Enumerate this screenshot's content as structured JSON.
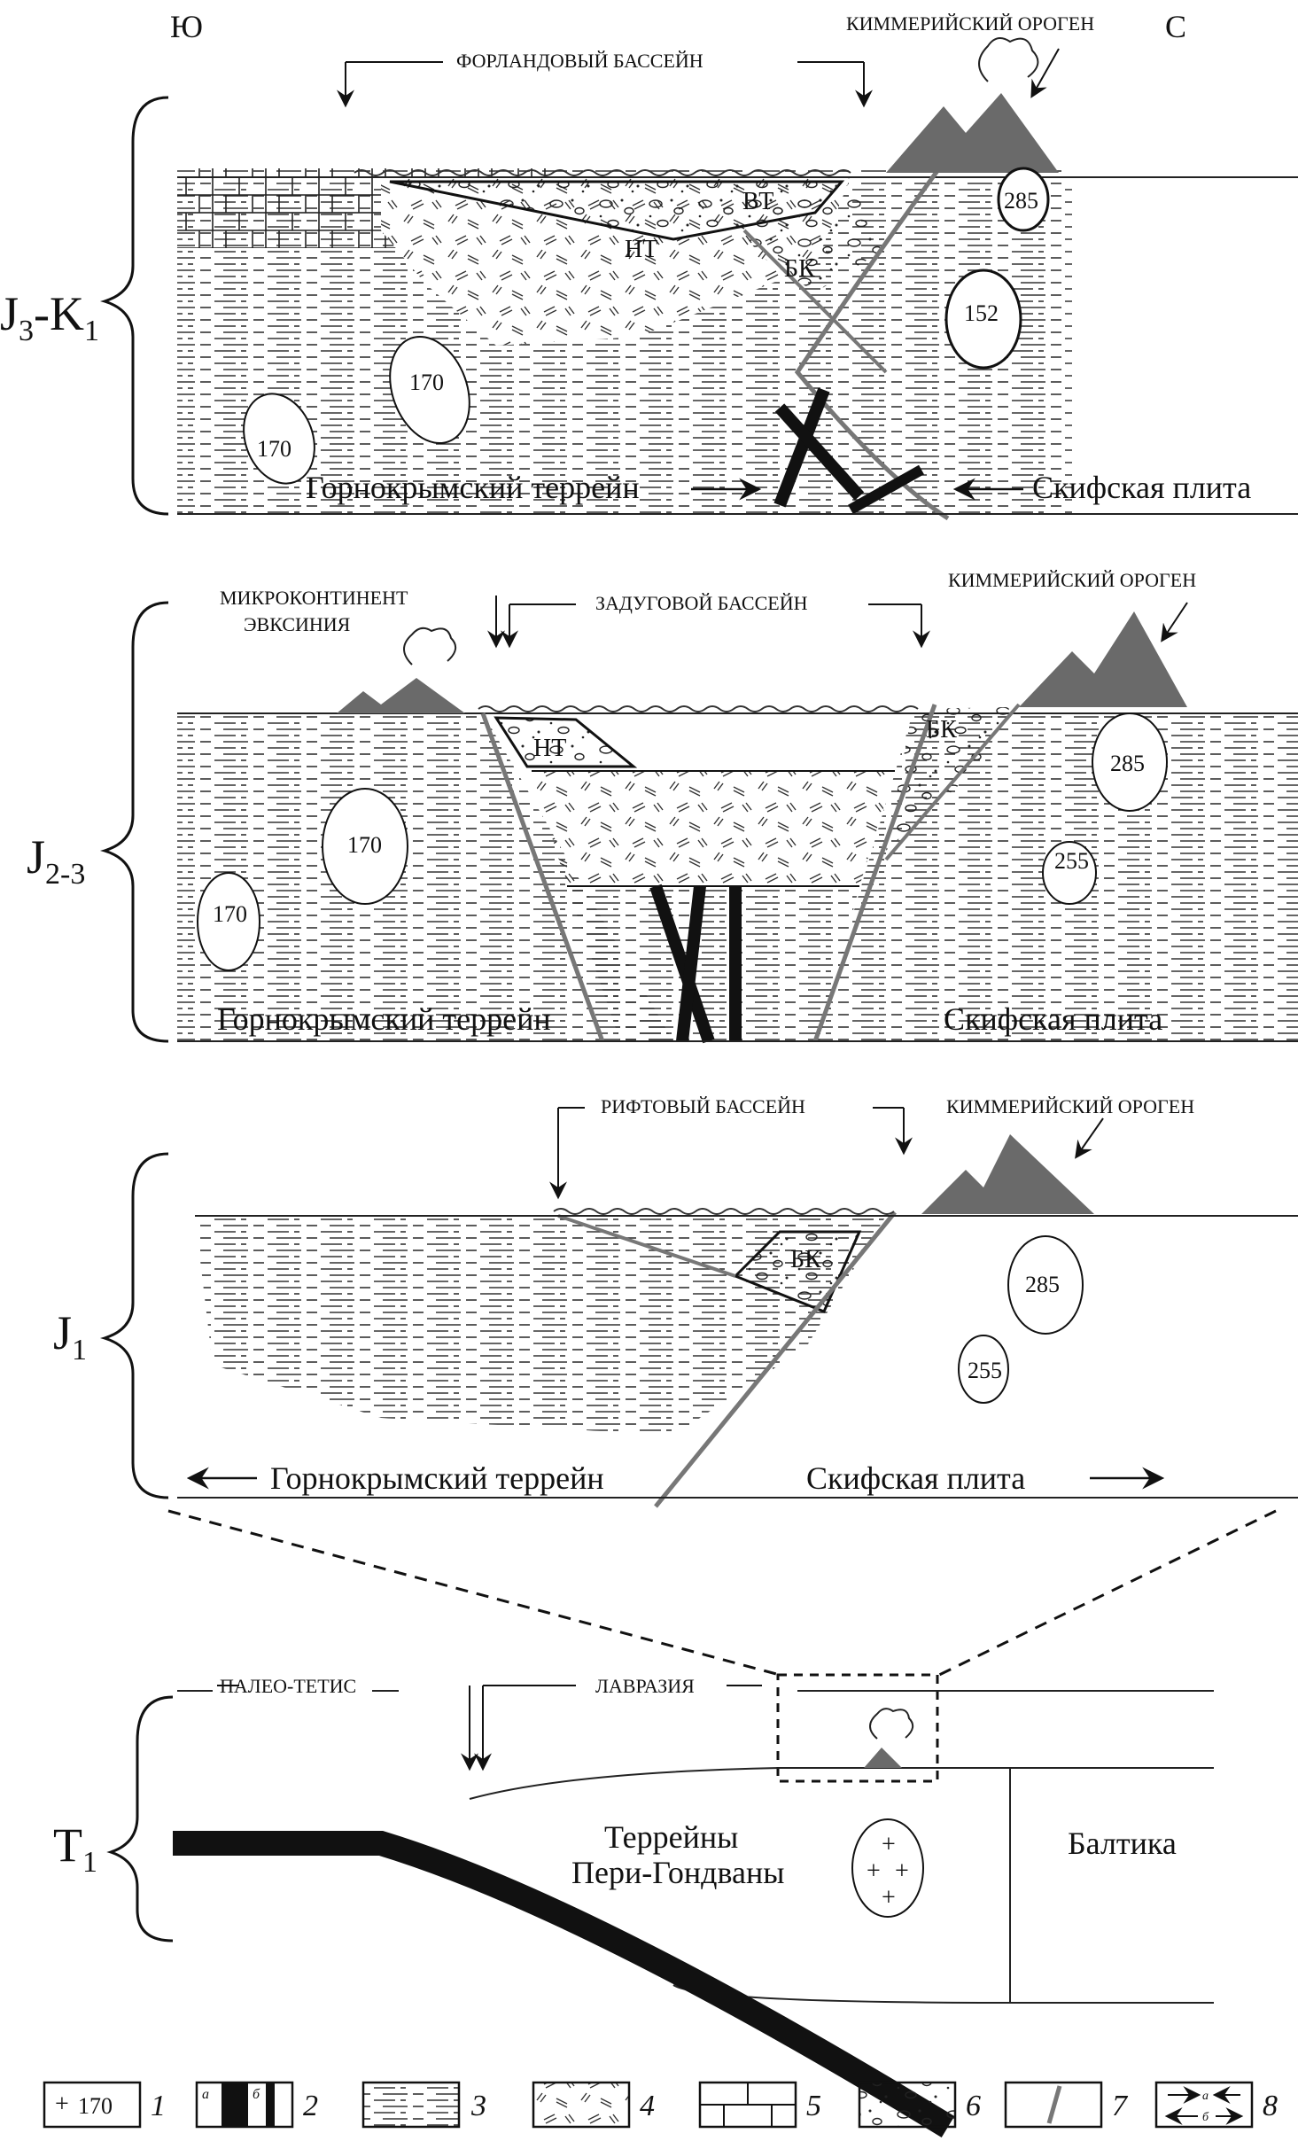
{
  "compass": {
    "south": "Ю",
    "north": "С"
  },
  "panels": [
    {
      "age": "J",
      "age_sub": "3",
      "age_sep": "-K",
      "age_sub2": "1",
      "headers": {
        "basin": "ФОРЛАНДОВЫЙ БАССЕЙН",
        "orogen": "КИММЕРИЙСКИЙ ОРОГЕН"
      },
      "units": {
        "vt": "ВТ",
        "nt": "НТ",
        "bk": "БК"
      },
      "plutons": [
        "285",
        "152",
        "170",
        "170"
      ],
      "terrane_left": "Горнокрымский террейн",
      "terrane_right": "Скифская плита"
    },
    {
      "age": "J",
      "age_sub": "2-3",
      "headers": {
        "micro": "МИКРОКОНТИНЕНТ",
        "micro2": "ЭВКСИНИЯ",
        "basin": "ЗАДУГОВОЙ БАССЕЙН",
        "orogen": "КИММЕРИЙСКИЙ ОРОГЕН"
      },
      "units": {
        "nt": "НТ",
        "bk": "БК"
      },
      "plutons": [
        "285",
        "255",
        "170",
        "170"
      ],
      "terrane_left": "Горнокрымский террейн",
      "terrane_right": "Скифская плита"
    },
    {
      "age": "J",
      "age_sub": "1",
      "headers": {
        "basin": "РИФТОВЫЙ БАССЕЙН",
        "orogen": "КИММЕРИЙСКИЙ ОРОГЕН"
      },
      "units": {
        "bk": "БК"
      },
      "plutons": [
        "285",
        "255"
      ],
      "terrane_left": "Горнокрымский террейн",
      "terrane_right": "Скифская плита"
    },
    {
      "age": "T",
      "age_sub": "1",
      "headers": {
        "paleotethys": "ПАЛЕО-ТЕТИС",
        "laurasia": "ЛАВРАЗИЯ"
      },
      "terranes": "Террейны",
      "terranes2": "Пери-Гондваны",
      "baltica": "Балтика"
    }
  ],
  "legend": [
    {
      "num": "1",
      "label": "170"
    },
    {
      "num": "2",
      "a": "а",
      "b": "б"
    },
    {
      "num": "3"
    },
    {
      "num": "4"
    },
    {
      "num": "5"
    },
    {
      "num": "6"
    },
    {
      "num": "7"
    },
    {
      "num": "8",
      "a": "а",
      "b": "б"
    }
  ]
}
